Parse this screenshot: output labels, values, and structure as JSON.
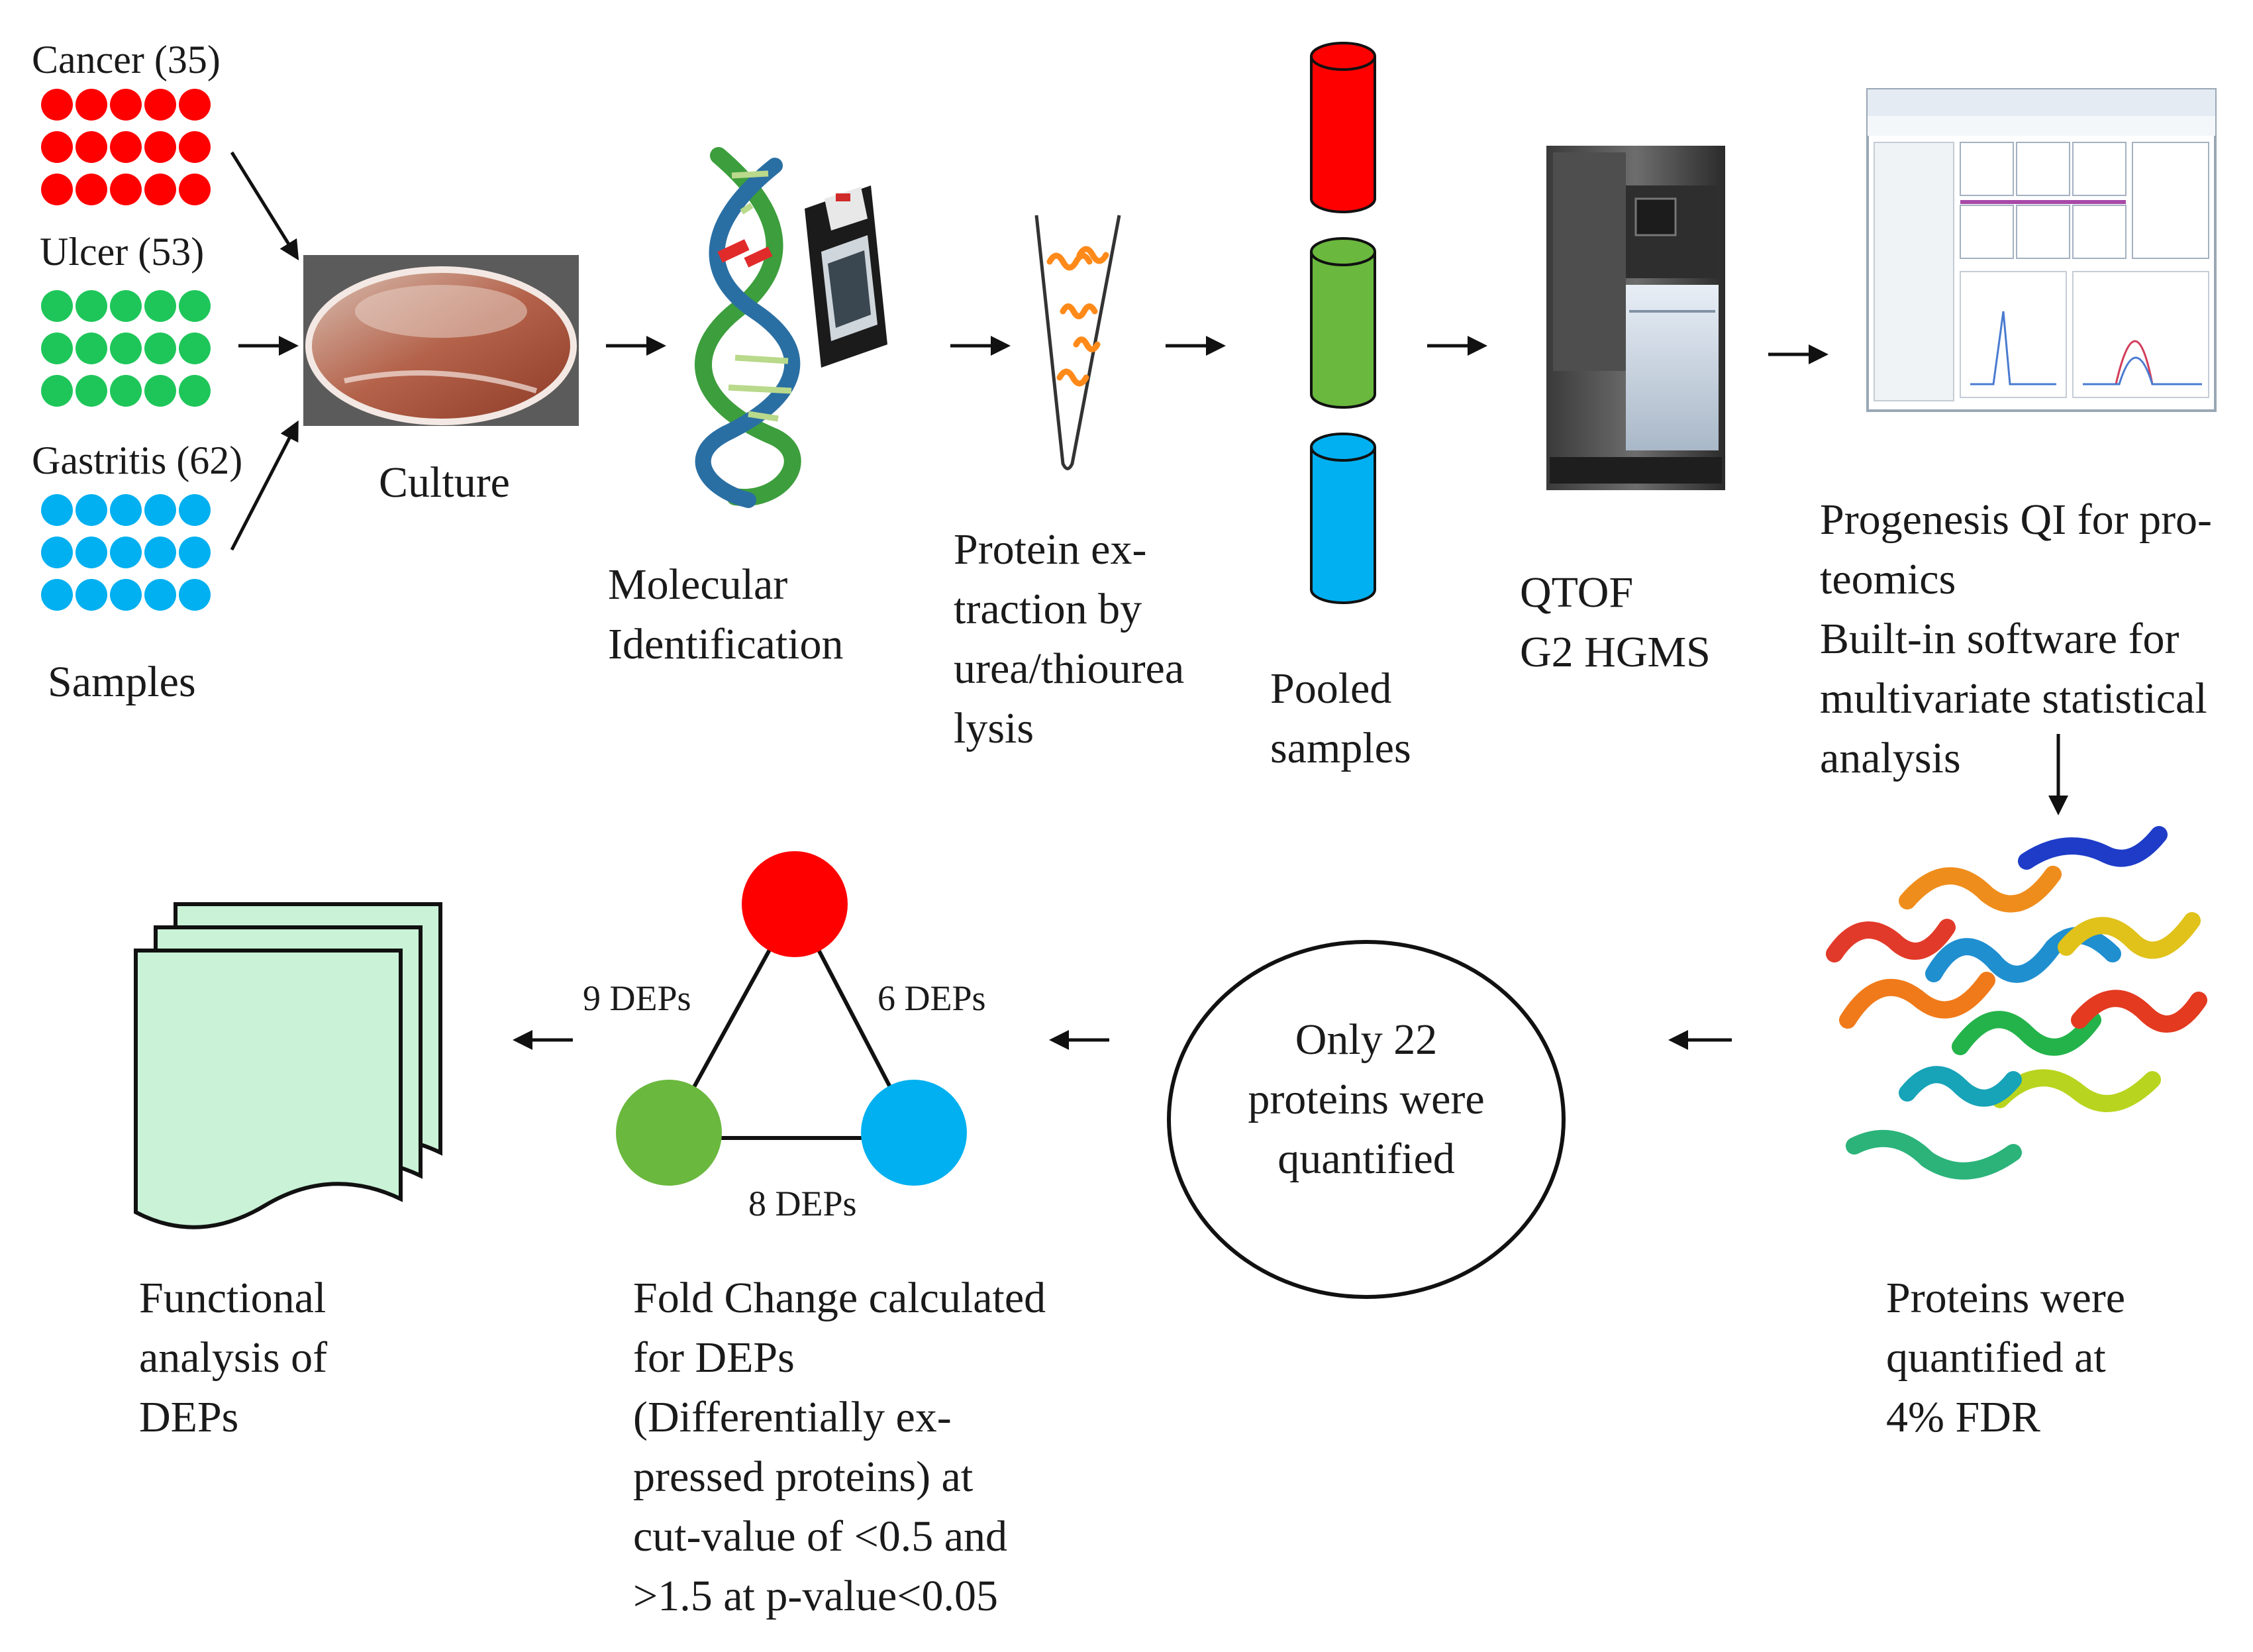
{
  "groups": [
    {
      "label": "Cancer (35)",
      "color": "#ff0000"
    },
    {
      "label": "Ulcer (53)",
      "color": "#1ec65a"
    },
    {
      "label": "Gastritis (62)",
      "color": "#00b0f0"
    }
  ],
  "steps": {
    "samples": "Samples",
    "culture": "Culture",
    "molecular": "Molecular\nIdentification",
    "protein_extraction": "Protein ex-\ntraction by\nurea/thiourea\nlysis",
    "pooled": "Pooled\nsamples",
    "qtof": "QTOF\nG2 HGMS",
    "progenesis": "Progenesis QI for pro-\nteomics\nBuilt-in software for\nmultivariate statistical\nanalysis",
    "proteins_fdr": "Proteins were\nquantified at\n4% FDR",
    "only22": "Only 22\nproteins were\nquantified",
    "fold_change": "Fold Change calculated\nfor DEPs\n(Differentially ex-\npressed proteins) at\ncut-value of <0.5 and\n>1.5 at p-value<0.05",
    "functional": "Functional\nanalysis of\nDEPs"
  },
  "triangle": {
    "left_edge": "9 DEPs",
    "right_edge": "6 DEPs",
    "bottom_edge": "8 DEPs"
  },
  "colors": {
    "red": "#ff0000",
    "green": "#6ab83e",
    "blue": "#00b0f0",
    "document_fill": "#c9f2d6"
  },
  "icons": [
    "petri-dish-icon",
    "dna-helix-icon",
    "thermal-cycler-icon",
    "test-tube-icon",
    "cylinder-icon",
    "mass-spectrometer-icon",
    "software-screenshot-icon",
    "protein-structure-icon",
    "document-stack-icon"
  ]
}
